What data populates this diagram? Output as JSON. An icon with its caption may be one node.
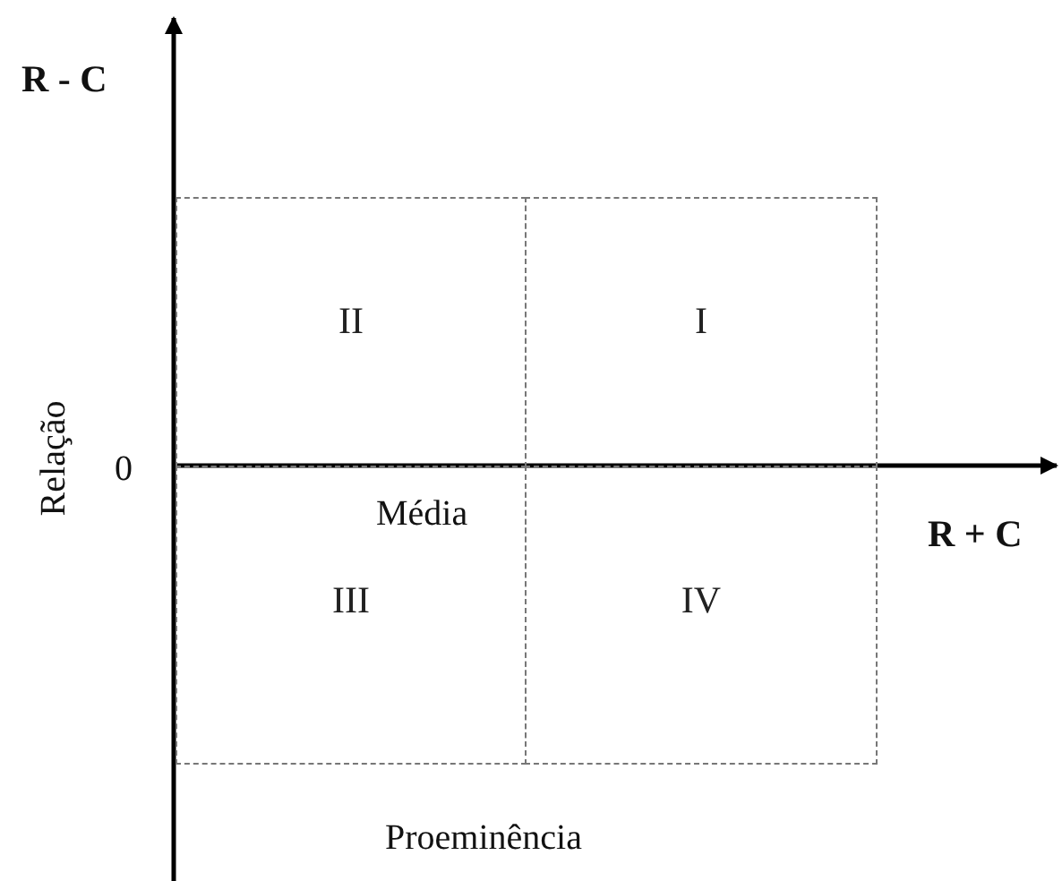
{
  "diagram": {
    "nodes": [
      {
        "text": [
          "II"
        ]
      },
      {
        "text": [
          "I"
        ]
      },
      {
        "text": [
          "III"
        ]
      },
      {
        "text": [
          "IV"
        ]
      }
    ],
    "edges": [],
    "labels": [
      "R - C",
      "0",
      "Relação",
      "Média",
      "R + C",
      "Proeminência"
    ]
  }
}
